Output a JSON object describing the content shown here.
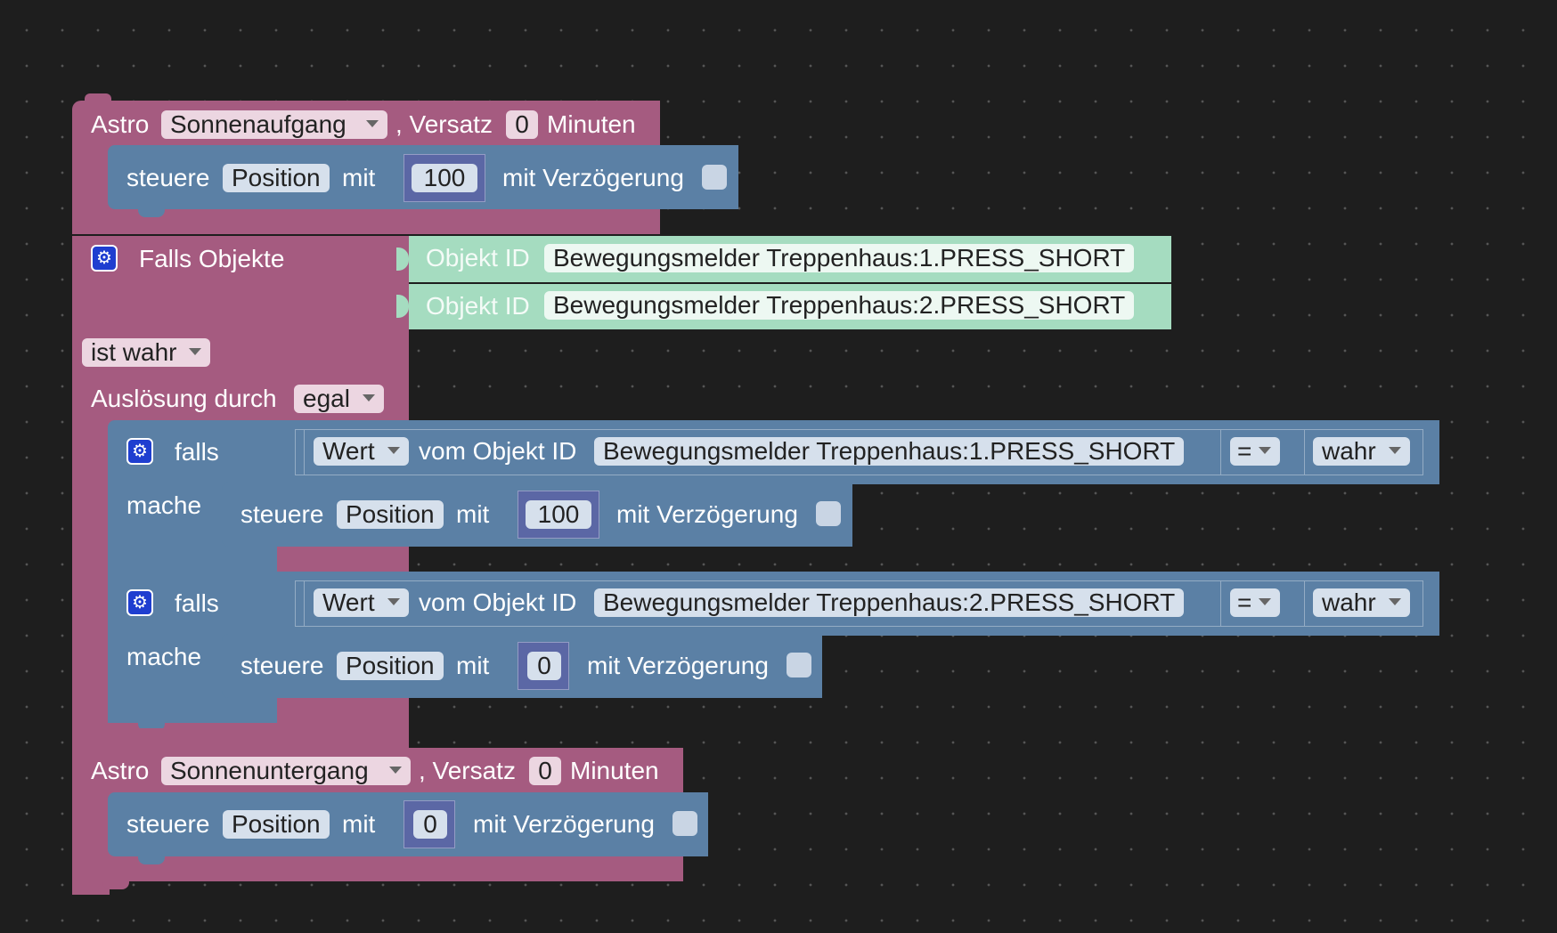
{
  "block1": {
    "astro_label": "Astro",
    "astro_event": "Sonnenaufgang",
    "offset_label": ", Versatz",
    "offset_value": "0",
    "minutes_label": "Minuten",
    "action": {
      "steuere": "steuere",
      "field": "Position",
      "mit": "mit",
      "value": "100",
      "delay_label": "mit Verzögerung"
    }
  },
  "block2": {
    "title": "Falls Objekte",
    "objects": [
      {
        "label": "Objekt ID",
        "id": "Bewegungsmelder Treppenhaus:1.PRESS_SHORT"
      },
      {
        "label": "Objekt ID",
        "id": "Bewegungsmelder Treppenhaus:2.PRESS_SHORT"
      }
    ],
    "condition": "ist wahr",
    "trigger_label": "Auslösung durch",
    "trigger_value": "egal",
    "ifs": [
      {
        "falls": "falls",
        "mache": "mache",
        "value_kind": "Wert",
        "from_label": "vom Objekt ID",
        "object_id": "Bewegungsmelder Treppenhaus:1.PRESS_SHORT",
        "operator": "=",
        "compare_value": "wahr",
        "action": {
          "steuere": "steuere",
          "field": "Position",
          "mit": "mit",
          "value": "100",
          "delay_label": "mit Verzögerung"
        }
      },
      {
        "falls": "falls",
        "mache": "mache",
        "value_kind": "Wert",
        "from_label": "vom Objekt ID",
        "object_id": "Bewegungsmelder Treppenhaus:2.PRESS_SHORT",
        "operator": "=",
        "compare_value": "wahr",
        "action": {
          "steuere": "steuere",
          "field": "Position",
          "mit": "mit",
          "value": "0",
          "delay_label": "mit Verzögerung"
        }
      }
    ]
  },
  "block3": {
    "astro_label": "Astro",
    "astro_event": "Sonnenuntergang",
    "offset_label": ", Versatz",
    "offset_value": "0",
    "minutes_label": "Minuten",
    "action": {
      "steuere": "steuere",
      "field": "Position",
      "mit": "mit",
      "value": "0",
      "delay_label": "mit Verzögerung"
    }
  },
  "colors": {
    "workspace": "#1e1e1e",
    "trigger_block": "#a55b80",
    "logic_block": "#5b80a5",
    "object_block": "#a5dcc0",
    "number_block": "#5b67a5"
  },
  "icons": [
    "gear-icon",
    "dropdown-arrow-icon",
    "checkbox"
  ]
}
